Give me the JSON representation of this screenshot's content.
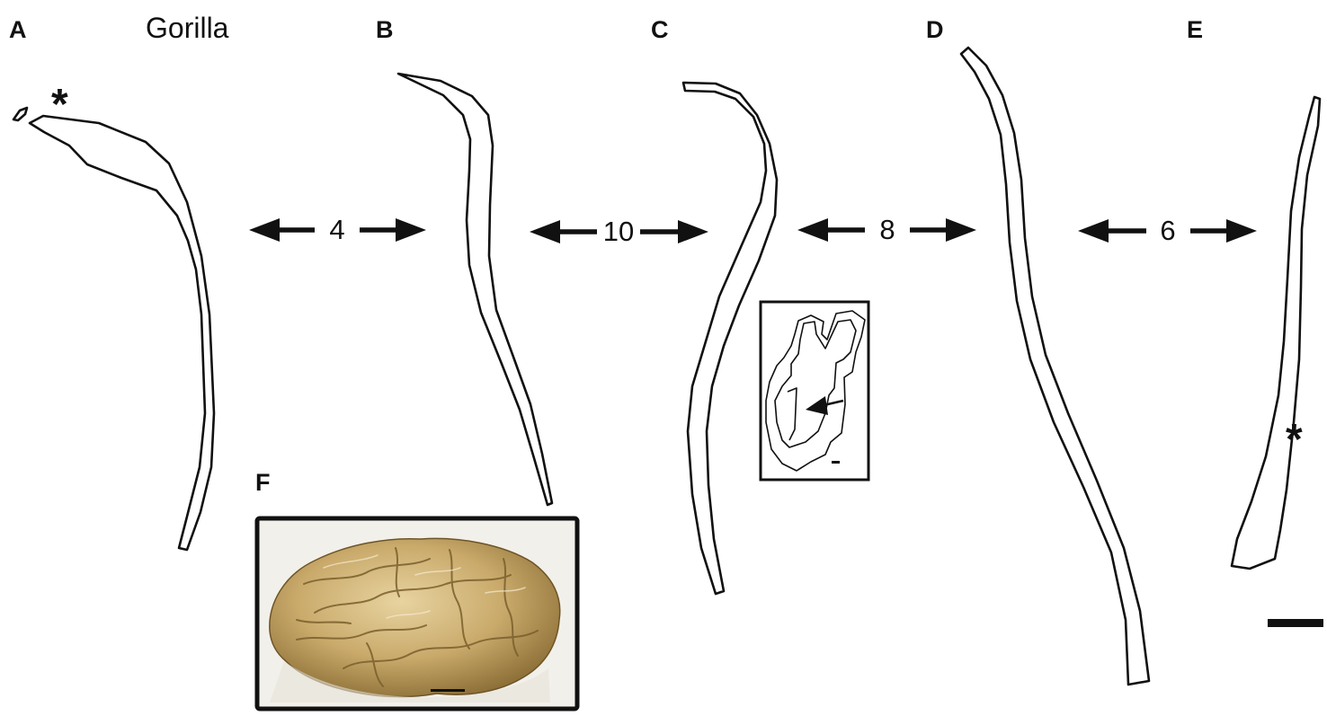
{
  "figure": {
    "species_label": "Gorilla",
    "panels": {
      "a": "A",
      "b": "B",
      "c": "C",
      "d": "D",
      "e": "E",
      "f": "F"
    },
    "gaps": {
      "a_b": "4",
      "b_c": "10",
      "c_d": "8",
      "d_e": "6"
    },
    "asterisk_marks": {
      "panel_a": "*",
      "panel_e": "*"
    },
    "colors": {
      "outline": "#111111",
      "brain_base": "#c9aa6b",
      "brain_shadow": "#8a6d35",
      "brain_highlight": "#e8d3a0",
      "photo_background": "#f2f0ea"
    }
  }
}
